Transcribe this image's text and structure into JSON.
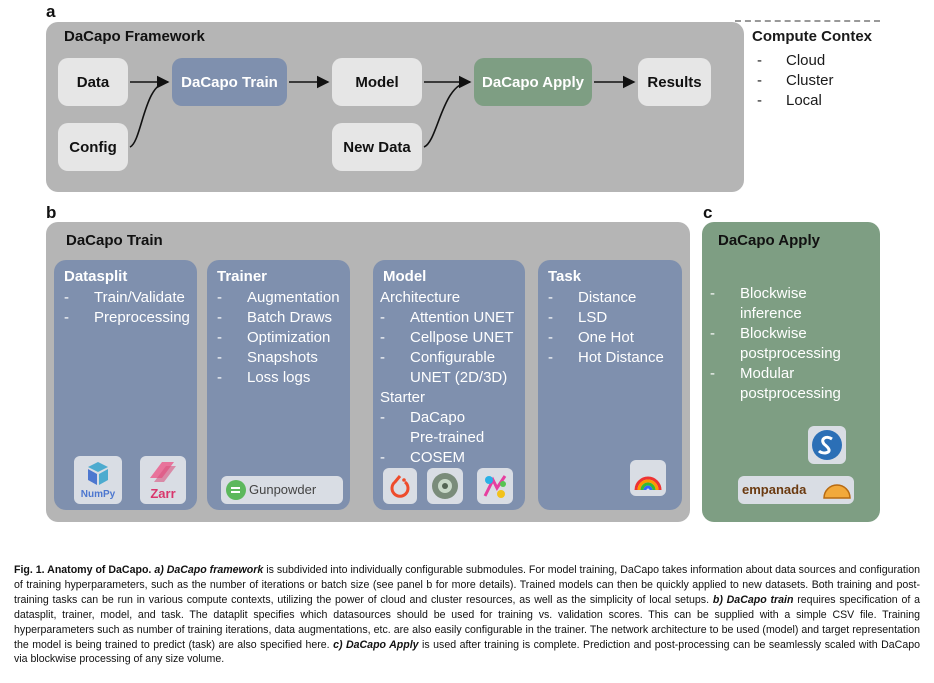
{
  "panels": {
    "a": "a",
    "b": "b",
    "c": "c"
  },
  "framework": {
    "title": "DaCapo Framework",
    "nodes": {
      "data": "Data",
      "config": "Config",
      "train": "DaCapo Train",
      "model": "Model",
      "new_data": "New Data",
      "apply": "DaCapo Apply",
      "results": "Results"
    }
  },
  "compute": {
    "title": "Compute Contex",
    "items": [
      "Cloud",
      "Cluster",
      "Local"
    ]
  },
  "train": {
    "title": "DaCapo Train",
    "datasplit": {
      "title": "Datasplit",
      "items": [
        "Train/Validate",
        "Preprocessing"
      ]
    },
    "trainer": {
      "title": "Trainer",
      "items": [
        "Augmentation",
        "Batch Draws",
        "Optimization",
        "Snapshots",
        "Loss logs"
      ]
    },
    "model": {
      "title": "Model",
      "architecture_label": "Architecture",
      "architecture_items": [
        "Attention UNET",
        "Cellpose UNET",
        "Configurable",
        "UNET (2D/3D)"
      ],
      "starter_label": "Starter",
      "starter_items": [
        "DaCapo",
        "Pre-trained",
        "COSEM"
      ]
    },
    "task": {
      "title": "Task",
      "items": [
        "Distance",
        "LSD",
        "One Hot",
        "Hot Distance"
      ]
    },
    "logos": {
      "numpy": "NumPy",
      "zarr": "Zarr",
      "gunpowder": "Gunpowder"
    }
  },
  "apply": {
    "title": "DaCapo Apply",
    "items": [
      "Blockwise",
      "inference",
      "Blockwise",
      "postprocessing",
      "Modular",
      "postprocessing"
    ],
    "logos": {
      "empanada": "empanada"
    }
  },
  "caption": {
    "fig": "Fig. 1. Anatomy of DaCapo.",
    "a_label": "a) DaCapo framework",
    "a_text": " is subdivided into individually configurable submodules. For model training, DaCapo takes information about data sources and configuration of training hyperparameters, such as the number of iterations or batch size (see panel b for more details). Trained models can then be quickly applied to new datasets. Both training and post-training tasks can be run in various compute contexts, utilizing the power of cloud and cluster resources, as well as the simplicity of local setups. ",
    "b_label": "b) DaCapo train",
    "b_text": " requires specification of a datasplit, trainer, model, and task. The dataplit specifies which datasources should be used for training vs. validation scores. This can be supplied with a simple CSV file. Training hyperparameters such as number of training iterations, data augmentations, etc. are also easily configurable in the trainer. The network architecture to be used (model) and target representation the model is being trained to predict (task) are also specified here. ",
    "c_label": "c) DaCapo Apply",
    "c_text": " is used after training is complete. Prediction and post-processing can be seamlessly scaled with DaCapo via blockwise processing of any size volume."
  },
  "colors": {
    "panel_gray": "#b5b5b5",
    "train_blue": "#7f90ae",
    "apply_green": "#7e9e83",
    "node_light": "#e6e6e6"
  }
}
